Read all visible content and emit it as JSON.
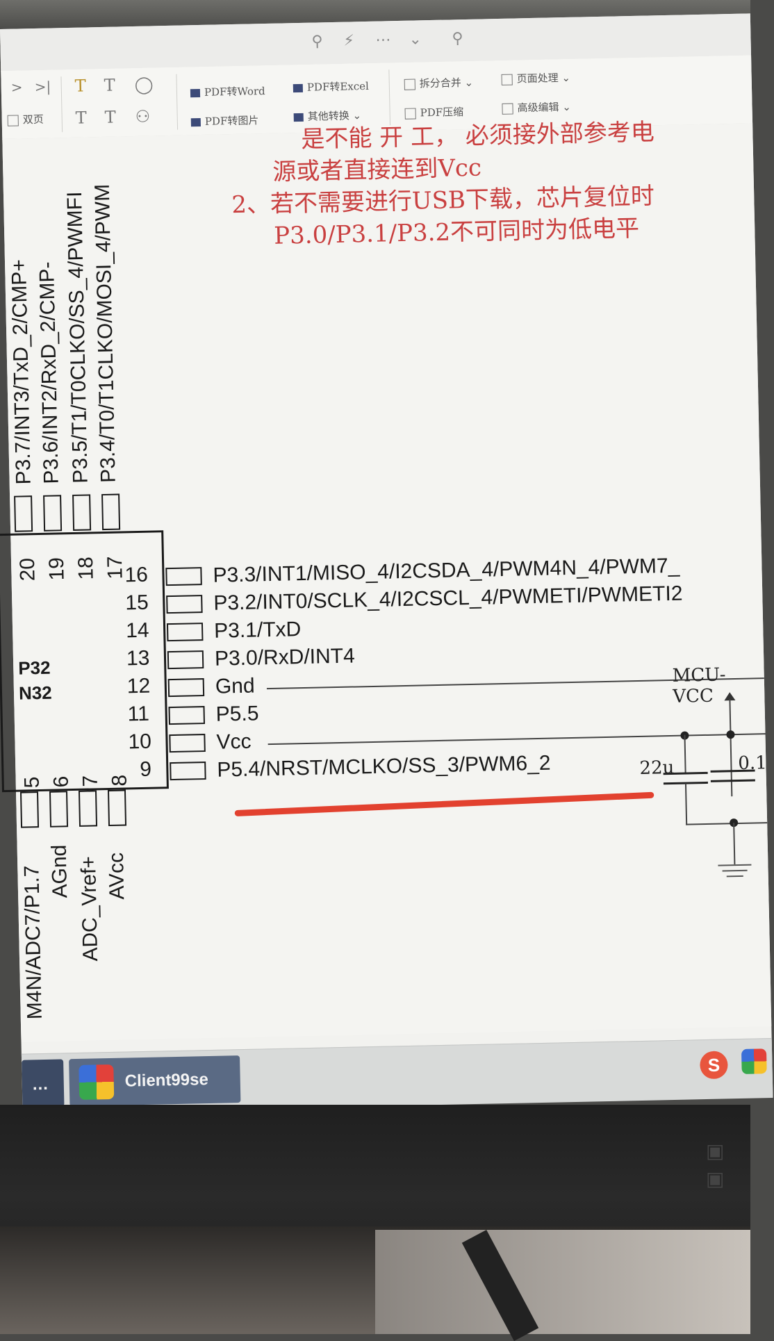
{
  "toolbar": {
    "title_icons": [
      "search-icon",
      "lightning-icon",
      "more-icon",
      "chevron-down-icon",
      "search-small-icon"
    ],
    "double_page_label": "双页",
    "pdf_to_word": "PDF转Word",
    "pdf_to_image": "PDF转图片",
    "pdf_to_excel": "PDF转Excel",
    "other_convert": "其他转换",
    "split_merge": "拆分合并",
    "pdf_compress": "PDF压缩",
    "page_process": "页面处理",
    "advanced_edit": "高级编辑",
    "accent_color": "#3c4a78"
  },
  "notes": {
    "line0": "是不能 开 工， 必须接外部参考电",
    "line1": "源或者直接连到Vcc",
    "line2": "2、若不需要进行USB下载，芯片复位时",
    "line3": "P3.0/P3.1/P3.2不可同时为低电平",
    "color": "#c94040"
  },
  "top_pins": [
    {
      "num": "20",
      "label": "P3.7/INT3/TxD_2/CMP+"
    },
    {
      "num": "19",
      "label": "P3.6/INT2/RxD_2/CMP-"
    },
    {
      "num": "18",
      "label": "P3.5/T1/T0CLKO/SS_4/PWMFI"
    },
    {
      "num": "17",
      "label": "P3.4/T0/T1CLKO/MOSI_4/PWM"
    }
  ],
  "right_pins": [
    {
      "num": "16",
      "label": "P3.3/INT1/MISO_4/I2CSDA_4/PWM4N_4/PWM7_"
    },
    {
      "num": "15",
      "label": "P3.2/INT0/SCLK_4/I2CSCL_4/PWMETI/PWMETI2"
    },
    {
      "num": "14",
      "label": "P3.1/TxD"
    },
    {
      "num": "13",
      "label": "P3.0/RxD/INT4"
    },
    {
      "num": "12",
      "label": "Gnd"
    },
    {
      "num": "11",
      "label": "P5.5"
    },
    {
      "num": "10",
      "label": "Vcc"
    },
    {
      "num": "9",
      "label": "P5.4/NRST/MCLKO/SS_3/PWM6_2"
    }
  ],
  "bottom_pins": [
    {
      "num": "5",
      "label": "M4N/ADC7/P1.7"
    },
    {
      "num": "6",
      "label": "AGnd"
    },
    {
      "num": "7",
      "label": "ADC_Vref+"
    },
    {
      "num": "8",
      "label": "AVcc"
    }
  ],
  "chip": {
    "name_line1": "P32",
    "name_line2": "N32"
  },
  "power": {
    "net_label": "MCU-VCC",
    "cap1": "22u",
    "cap2": "0.1"
  },
  "highlight": {
    "color": "#e2412f"
  },
  "taskbar": {
    "task1_label": "…",
    "task2_label": "Client99se",
    "tray_ime": "S"
  }
}
